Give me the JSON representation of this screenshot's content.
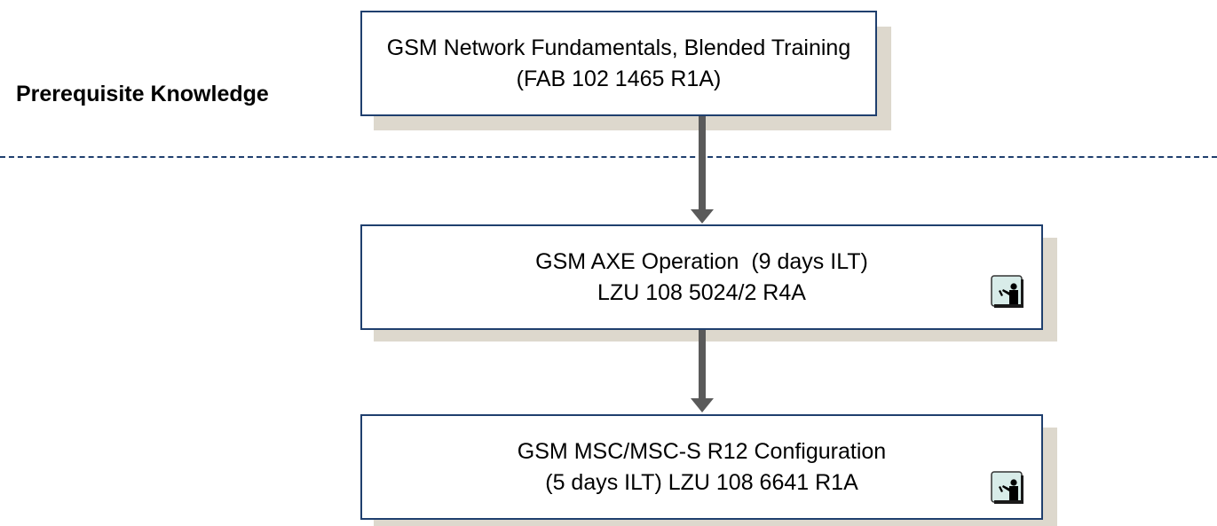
{
  "prerequisite_label": "Prerequisite Knowledge",
  "courses": [
    {
      "line1": "GSM Network Fundamentals, Blended Training",
      "line2": "(FAB 102 1465 R1A)"
    },
    {
      "line1": "GSM AXE Operation  (9 days ILT)",
      "line2": "LZU 108 5024/2 R4A",
      "icon": "instructor-led-training-icon"
    },
    {
      "line1": "GSM MSC/MSC-S R12 Configuration",
      "line2": "(5 days ILT) LZU 108 6641 R1A",
      "icon": "instructor-led-training-icon"
    }
  ],
  "colors": {
    "box_border": "#1f3f6e",
    "shadow": "#ddd8cd",
    "arrow": "#5a5a5a",
    "divider": "#1f3f6e"
  }
}
